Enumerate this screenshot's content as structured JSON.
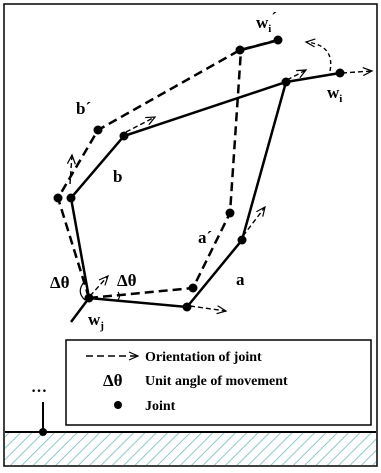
{
  "diagram": {
    "labels": {
      "wi_prime": "w",
      "wi_prime_sub": "i",
      "wi_prime_mark": "´",
      "wi": "w",
      "wi_sub": "i",
      "b_prime": "b´",
      "b": "b",
      "a_prime": "a´",
      "a": "a",
      "wj": "w",
      "wj_sub": "j",
      "delta_theta_left": "Δθ",
      "delta_theta_mid": "Δθ",
      "ellipsis": "…"
    },
    "legend": {
      "orientation": "Orientation of joint",
      "unit_angle": "Unit angle of movement",
      "unit_angle_symbol": "Δθ",
      "joint": "Joint"
    },
    "colors": {
      "ink": "#000000",
      "ground_hatch": "#8cc9cf",
      "background": "#ffffff"
    }
  }
}
